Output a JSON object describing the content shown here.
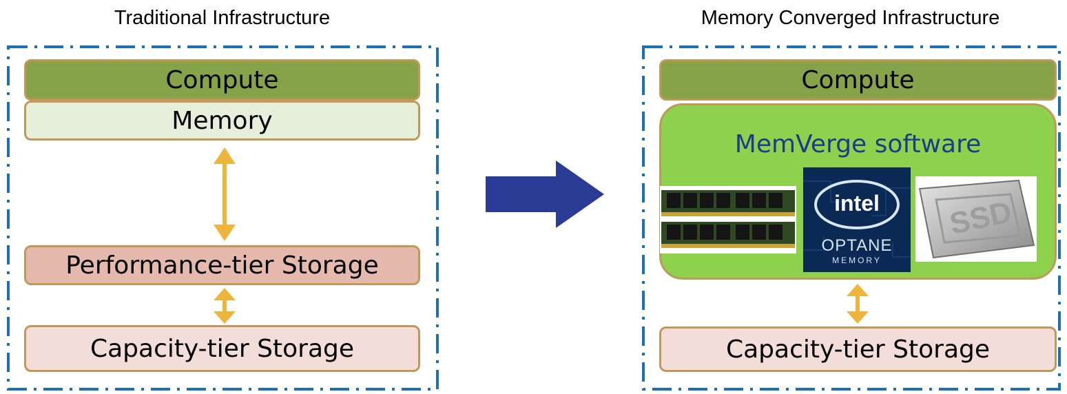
{
  "left_panel": {
    "title": "Traditional Infrastructure",
    "compute": "Compute",
    "memory": "Memory",
    "performance_storage": "Performance-tier Storage",
    "capacity_storage": "Capacity-tier Storage"
  },
  "right_panel": {
    "title": "Memory Converged Infrastructure",
    "compute": "Compute",
    "memverge": "MemVerge software",
    "capacity_storage": "Capacity-tier Storage",
    "optane_image": {
      "brand": "intel",
      "line1": "OPTANE",
      "line2": "MEMORY"
    },
    "ssd_image": {
      "text": "SSD"
    }
  },
  "colors": {
    "frame_dash": "#1f6fb7",
    "arrow_double": "#edb53b",
    "arrow_big": "#2a3b96",
    "compute": "#86a34a",
    "memory": "#e6efd9",
    "performance": "#e6b9ad",
    "capacity": "#f2ddd8",
    "memverge_bg": "#8dd14c",
    "memverge_text": "#1f3a8a",
    "box_border": "#c0995a"
  }
}
